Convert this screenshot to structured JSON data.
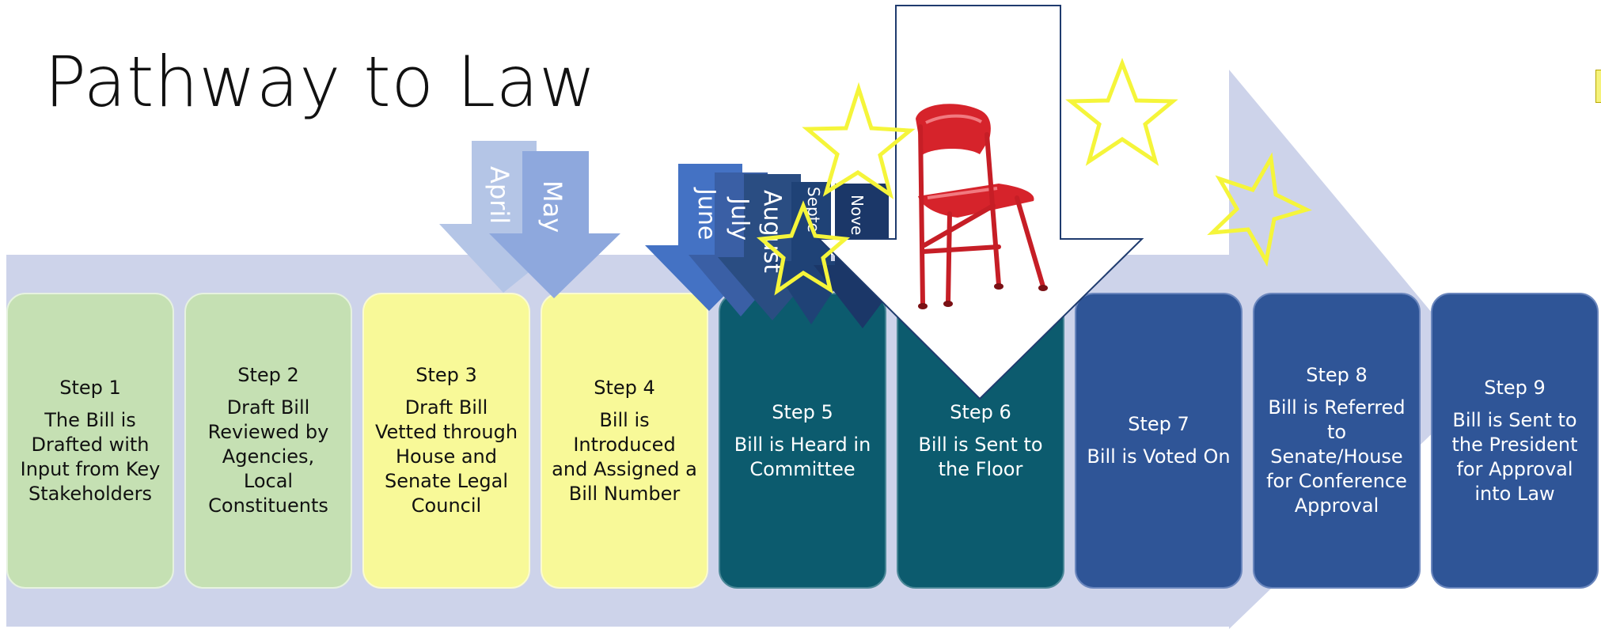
{
  "title": "Pathway to Law",
  "steps": [
    {
      "label": "Step 1",
      "text": [
        "The Bill is",
        "Drafted with",
        "Input from Key",
        "Stakeholders"
      ]
    },
    {
      "label": "Step 2",
      "text": [
        "Draft Bill",
        "Reviewed by",
        "Agencies, Local",
        "Constituents"
      ]
    },
    {
      "label": "Step 3",
      "text": [
        "Draft Bill",
        "Vetted through",
        "House and",
        "Senate Legal",
        "Council"
      ]
    },
    {
      "label": "Step 4",
      "text": [
        "Bill is",
        "Introduced",
        "and Assigned a",
        "Bill Number"
      ]
    },
    {
      "label": "Step 5",
      "text": [
        "Bill is Heard in",
        "Committee"
      ]
    },
    {
      "label": "Step 6",
      "text": [
        "Bill is Sent to",
        "the Floor"
      ]
    },
    {
      "label": "Step 7",
      "text": [
        "Bill is Voted On"
      ]
    },
    {
      "label": "Step 8",
      "text": [
        "Bill is Referred",
        "to",
        "Senate/House",
        "for Conference",
        "Approval"
      ]
    },
    {
      "label": "Step 9",
      "text": [
        "Bill is Sent to",
        "the President",
        "for Approval",
        "into Law"
      ]
    }
  ],
  "months": {
    "april": "April",
    "may": "May",
    "june": "June",
    "july": "July",
    "august": "August",
    "september": "Septe",
    "november": "Nove"
  },
  "colors": {
    "background_arrow": "#cdd3ea",
    "green": "#c5e0b3",
    "yellow": "#f8f998",
    "teal": "#0c5b6e",
    "blue": "#2f5597",
    "star": "#f5f53a"
  },
  "icons": [
    "red-folding-chair-icon",
    "star-icon"
  ]
}
